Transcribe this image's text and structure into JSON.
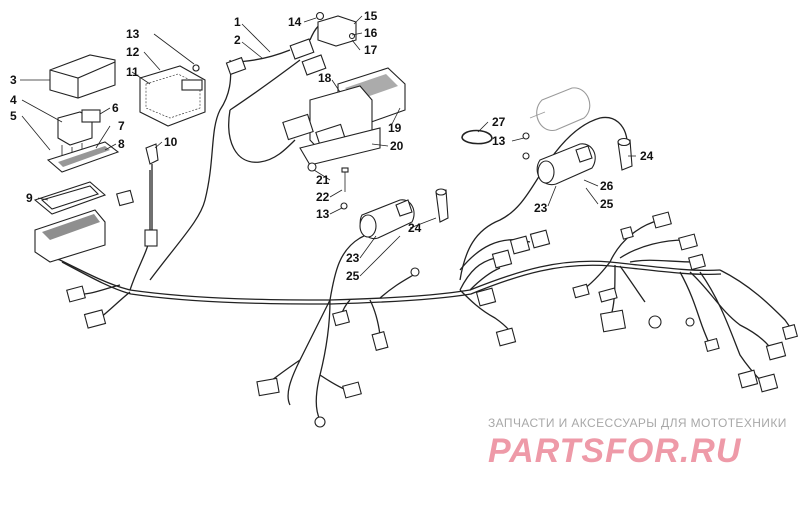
{
  "callouts": [
    {
      "n": "1"
    },
    {
      "n": "2"
    },
    {
      "n": "3"
    },
    {
      "n": "4"
    },
    {
      "n": "5"
    },
    {
      "n": "6"
    },
    {
      "n": "7"
    },
    {
      "n": "8"
    },
    {
      "n": "9"
    },
    {
      "n": "10"
    },
    {
      "n": "11"
    },
    {
      "n": "12"
    },
    {
      "n": "13"
    },
    {
      "n": "13"
    },
    {
      "n": "13"
    },
    {
      "n": "14"
    },
    {
      "n": "15"
    },
    {
      "n": "16"
    },
    {
      "n": "17"
    },
    {
      "n": "18"
    },
    {
      "n": "19"
    },
    {
      "n": "20"
    },
    {
      "n": "21"
    },
    {
      "n": "22"
    },
    {
      "n": "23"
    },
    {
      "n": "23"
    },
    {
      "n": "24"
    },
    {
      "n": "24"
    },
    {
      "n": "25"
    },
    {
      "n": "25"
    },
    {
      "n": "26"
    },
    {
      "n": "27"
    }
  ],
  "watermark": {
    "caption": "ЗАПЧАСТИ И АКСЕССУАРЫ ДЛЯ МОТОТЕХНИКИ",
    "logo": "PARTSFOR.RU",
    "logo_color": "#ee9aa8",
    "caption_color": "#a8a8a8"
  }
}
